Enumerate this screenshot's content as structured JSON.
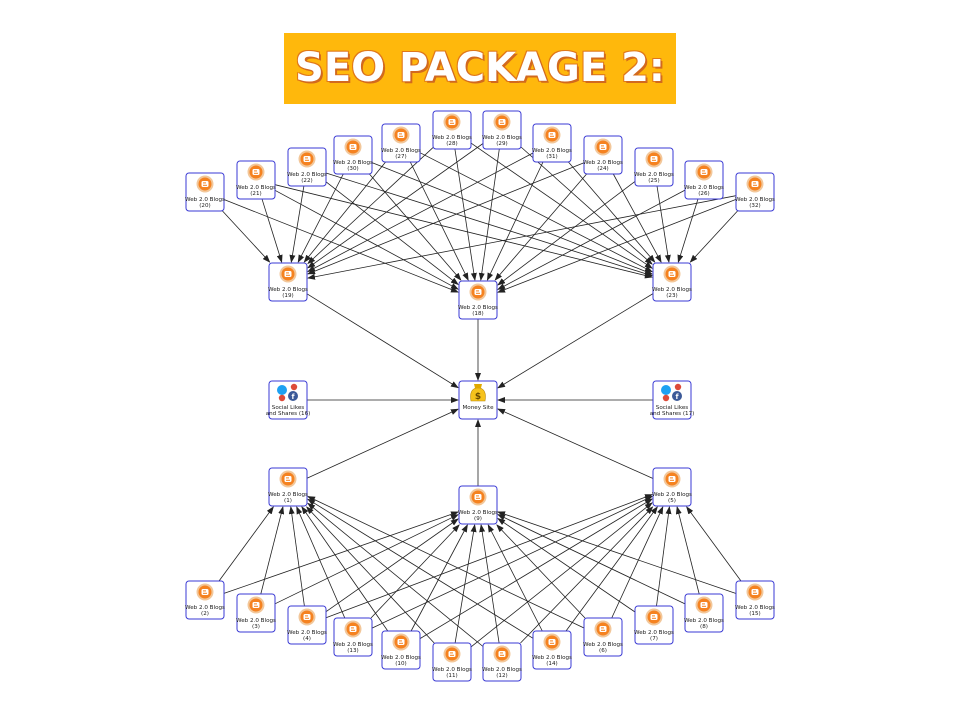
{
  "title": "SEO PACKAGE 2:",
  "colors": {
    "banner": "#ffb80c",
    "node_border": "#3a3ad4",
    "blog_icon": "#f58220",
    "arrow": "#222222"
  },
  "nodes": [
    {
      "id": "20",
      "label": "Web 2.0 Blogs",
      "sub": "(20)",
      "kind": "blog"
    },
    {
      "id": "21",
      "label": "Web 2.0 Blogs",
      "sub": "(21)",
      "kind": "blog"
    },
    {
      "id": "22",
      "label": "Web 2.0 Blogs",
      "sub": "(22)",
      "kind": "blog"
    },
    {
      "id": "30",
      "label": "Web 2.0 Blogs",
      "sub": "(30)",
      "kind": "blog"
    },
    {
      "id": "27",
      "label": "Web 2.0 Blogs",
      "sub": "(27)",
      "kind": "blog"
    },
    {
      "id": "28",
      "label": "Web 2.0 Blogs",
      "sub": "(28)",
      "kind": "blog"
    },
    {
      "id": "29",
      "label": "Web 2.0 Blogs",
      "sub": "(29)",
      "kind": "blog"
    },
    {
      "id": "31",
      "label": "Web 2.0 Blogs",
      "sub": "(31)",
      "kind": "blog"
    },
    {
      "id": "24",
      "label": "Web 2.0 Blogs",
      "sub": "(24)",
      "kind": "blog"
    },
    {
      "id": "25",
      "label": "Web 2.0 Blogs",
      "sub": "(25)",
      "kind": "blog"
    },
    {
      "id": "26",
      "label": "Web 2.0 Blogs",
      "sub": "(26)",
      "kind": "blog"
    },
    {
      "id": "32",
      "label": "Web 2.0 Blogs",
      "sub": "(32)",
      "kind": "blog"
    },
    {
      "id": "19",
      "label": "Web 2.0 Blogs",
      "sub": "(19)",
      "kind": "blog"
    },
    {
      "id": "18",
      "label": "Web 2.0 Blogs",
      "sub": "(18)",
      "kind": "blog"
    },
    {
      "id": "23",
      "label": "Web 2.0 Blogs",
      "sub": "(23)",
      "kind": "blog"
    },
    {
      "id": "s16",
      "label": "Social Likes",
      "sub": "and Shares (16)",
      "kind": "social"
    },
    {
      "id": "money",
      "label": "Money Site",
      "sub": "",
      "kind": "money"
    },
    {
      "id": "s17",
      "label": "Social Likes",
      "sub": "and Shares (17)",
      "kind": "social"
    },
    {
      "id": "1",
      "label": "Web 2.0 Blogs",
      "sub": "(1)",
      "kind": "blog"
    },
    {
      "id": "9",
      "label": "Web 2.0 Blogs",
      "sub": "(9)",
      "kind": "blog"
    },
    {
      "id": "5",
      "label": "Web 2.0 Blogs",
      "sub": "(5)",
      "kind": "blog"
    },
    {
      "id": "2",
      "label": "Web 2.0 Blogs",
      "sub": "(2)",
      "kind": "blog"
    },
    {
      "id": "3",
      "label": "Web 2.0 Blogs",
      "sub": "(3)",
      "kind": "blog"
    },
    {
      "id": "4",
      "label": "Web 2.0 Blogs",
      "sub": "(4)",
      "kind": "blog"
    },
    {
      "id": "13",
      "label": "Web 2.0 Blogs",
      "sub": "(13)",
      "kind": "blog"
    },
    {
      "id": "10",
      "label": "Web 2.0 Blogs",
      "sub": "(10)",
      "kind": "blog"
    },
    {
      "id": "11",
      "label": "Web 2.0 Blogs",
      "sub": "(11)",
      "kind": "blog"
    },
    {
      "id": "12",
      "label": "Web 2.0 Blogs",
      "sub": "(12)",
      "kind": "blog"
    },
    {
      "id": "14",
      "label": "Web 2.0 Blogs",
      "sub": "(14)",
      "kind": "blog"
    },
    {
      "id": "6",
      "label": "Web 2.0 Blogs",
      "sub": "(6)",
      "kind": "blog"
    },
    {
      "id": "7",
      "label": "Web 2.0 Blogs",
      "sub": "(7)",
      "kind": "blog"
    },
    {
      "id": "8",
      "label": "Web 2.0 Blogs",
      "sub": "(8)",
      "kind": "blog"
    },
    {
      "id": "15",
      "label": "Web 2.0 Blogs",
      "sub": "(15)",
      "kind": "blog"
    }
  ],
  "edges": [
    [
      "20",
      "19"
    ],
    [
      "21",
      "19"
    ],
    [
      "22",
      "19"
    ],
    [
      "30",
      "19"
    ],
    [
      "27",
      "19"
    ],
    [
      "28",
      "19"
    ],
    [
      "29",
      "19"
    ],
    [
      "31",
      "19"
    ],
    [
      "24",
      "19"
    ],
    [
      "32",
      "19"
    ],
    [
      "20",
      "18"
    ],
    [
      "21",
      "18"
    ],
    [
      "22",
      "18"
    ],
    [
      "30",
      "18"
    ],
    [
      "27",
      "18"
    ],
    [
      "28",
      "18"
    ],
    [
      "29",
      "18"
    ],
    [
      "31",
      "18"
    ],
    [
      "24",
      "18"
    ],
    [
      "25",
      "18"
    ],
    [
      "26",
      "18"
    ],
    [
      "32",
      "18"
    ],
    [
      "21",
      "23"
    ],
    [
      "22",
      "23"
    ],
    [
      "30",
      "23"
    ],
    [
      "27",
      "23"
    ],
    [
      "28",
      "23"
    ],
    [
      "29",
      "23"
    ],
    [
      "31",
      "23"
    ],
    [
      "24",
      "23"
    ],
    [
      "25",
      "23"
    ],
    [
      "26",
      "23"
    ],
    [
      "32",
      "23"
    ],
    [
      "19",
      "money"
    ],
    [
      "18",
      "money"
    ],
    [
      "23",
      "money"
    ],
    [
      "s16",
      "money"
    ],
    [
      "s17",
      "money"
    ],
    [
      "1",
      "money"
    ],
    [
      "9",
      "money"
    ],
    [
      "5",
      "money"
    ],
    [
      "2",
      "1"
    ],
    [
      "3",
      "1"
    ],
    [
      "4",
      "1"
    ],
    [
      "13",
      "1"
    ],
    [
      "10",
      "1"
    ],
    [
      "11",
      "1"
    ],
    [
      "12",
      "1"
    ],
    [
      "14",
      "1"
    ],
    [
      "6",
      "1"
    ],
    [
      "2",
      "9"
    ],
    [
      "3",
      "9"
    ],
    [
      "4",
      "9"
    ],
    [
      "13",
      "9"
    ],
    [
      "10",
      "9"
    ],
    [
      "11",
      "9"
    ],
    [
      "12",
      "9"
    ],
    [
      "14",
      "9"
    ],
    [
      "6",
      "9"
    ],
    [
      "7",
      "9"
    ],
    [
      "8",
      "9"
    ],
    [
      "15",
      "9"
    ],
    [
      "4",
      "5"
    ],
    [
      "13",
      "5"
    ],
    [
      "10",
      "5"
    ],
    [
      "11",
      "5"
    ],
    [
      "12",
      "5"
    ],
    [
      "14",
      "5"
    ],
    [
      "6",
      "5"
    ],
    [
      "7",
      "5"
    ],
    [
      "8",
      "5"
    ],
    [
      "15",
      "5"
    ]
  ]
}
